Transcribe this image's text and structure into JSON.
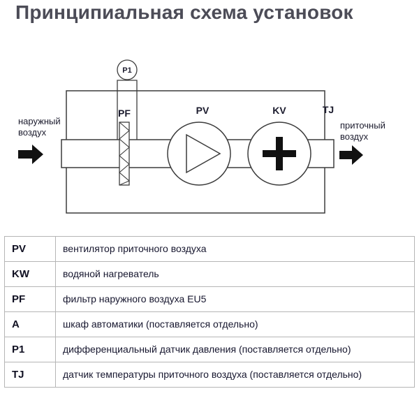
{
  "page": {
    "title": "Принципиальная схема установок"
  },
  "colors": {
    "title": "#4c4c57",
    "line": "#3c3c3c",
    "table_border": "#b5b5b5",
    "text": "#17172f"
  },
  "diagram": {
    "outside_air_label": "наружный воздух",
    "supply_air_label": "приточный воздух",
    "filter_label": "PF",
    "fan_label": "PV",
    "heater_label": "KV",
    "temp_sensor_label": "TJ",
    "pressure_sensor_label": "P1"
  },
  "legend_table": {
    "rows": [
      {
        "abbr": "PV",
        "desc": "вентилятор приточного воздуха"
      },
      {
        "abbr": "KW",
        "desc": "водяной нагреватель"
      },
      {
        "abbr": "PF",
        "desc": "фильтр наружного воздуха EU5"
      },
      {
        "abbr": "A",
        "desc": "шкаф автоматики (поставляется отдельно)"
      },
      {
        "abbr": "P1",
        "desc": "дифференциальный датчик давления (поставляется отдельно)"
      },
      {
        "abbr": "TJ",
        "desc": "датчик температуры приточного воздуха (поставляется отдельно)"
      }
    ]
  }
}
